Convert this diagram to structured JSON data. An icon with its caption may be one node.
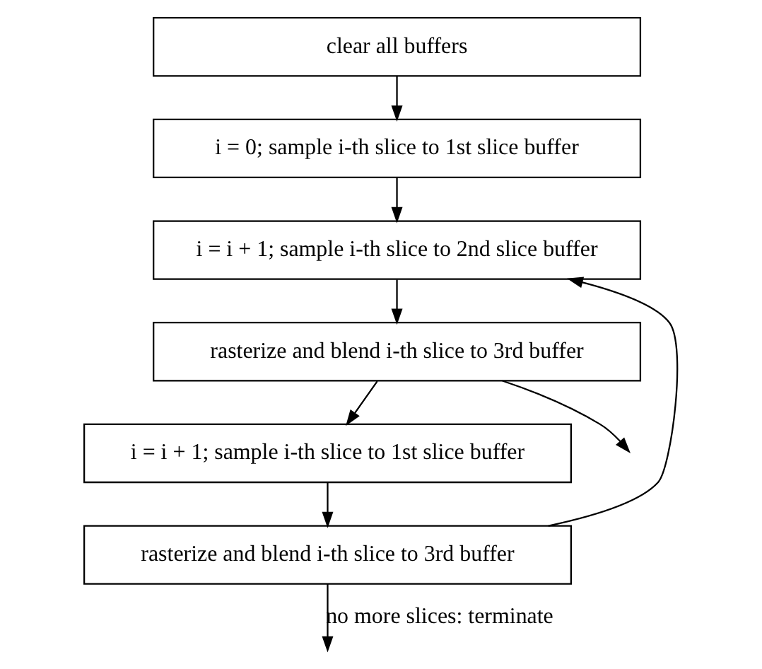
{
  "diagram": {
    "nodes": [
      {
        "text": [
          "clear all buffers"
        ]
      },
      {
        "text": [
          "i = 0; sample i-th slice to 1st slice buffer"
        ]
      },
      {
        "text": [
          "i = i + 1; sample i-th slice to 2nd slice buffer"
        ]
      },
      {
        "text": [
          "rasterize and blend i-th slice to 3rd buffer"
        ]
      },
      {
        "text": [
          "i = i + 1; sample i-th slice to 1st slice buffer"
        ]
      },
      {
        "text": [
          "rasterize and blend i-th slice to 3rd buffer"
        ]
      }
    ],
    "edges": [
      {
        "from": 0,
        "to": 1,
        "arrow": "to"
      },
      {
        "from": 1,
        "to": 2,
        "arrow": "to"
      },
      {
        "from": 2,
        "to": 3,
        "arrow": "to"
      },
      {
        "from": 3,
        "to": 4,
        "arrow": "to"
      },
      {
        "from": 4,
        "to": 5,
        "arrow": "to"
      },
      {
        "from": 5,
        "to": 2,
        "arrow": "to"
      },
      {
        "from": 3,
        "to": null,
        "arrow": "to"
      },
      {
        "from": 5,
        "to": null,
        "arrow": "to",
        "label": "no more slices: terminate"
      }
    ]
  }
}
